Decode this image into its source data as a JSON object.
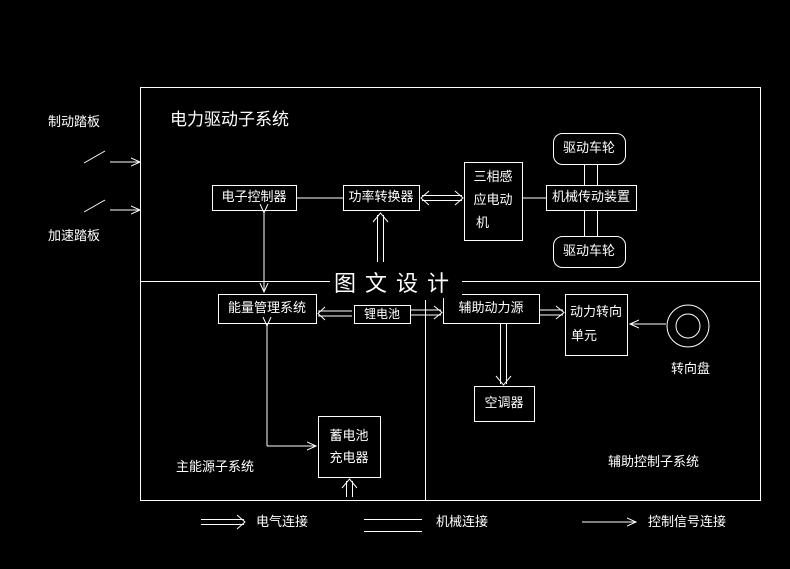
{
  "diagram": {
    "outer_frame": "outer-frame",
    "sections": {
      "electric_drive": "电力驱动子系统",
      "main_energy": "主能源子系统",
      "aux_control": "辅助控制子系统"
    },
    "inputs": {
      "brake_pedal": "制动踏板",
      "accel_pedal": "加速踏板"
    },
    "boxes": {
      "electronic_controller": "电子控制器",
      "power_converter": "功率转换器",
      "motor_line1": "三相感",
      "motor_line2": "应电动",
      "motor_line3": "机",
      "transmission": "机械传动装置",
      "wheel_top": "驱动车轮",
      "wheel_bottom": "驱动车轮",
      "energy_management": "能量管理系统",
      "battery": "锂电池",
      "aux_power": "辅助动力源",
      "power_steering_line1": "动力转向",
      "power_steering_line2": "单元",
      "steering_wheel": "转向盘",
      "air_conditioner": "空调器",
      "charger_line1": "蓄电池",
      "charger_line2": "充电器"
    },
    "watermark": "图文设计",
    "legend": {
      "electrical": "电气连接",
      "mechanical": "机械连接",
      "control": "控制信号连接"
    }
  }
}
